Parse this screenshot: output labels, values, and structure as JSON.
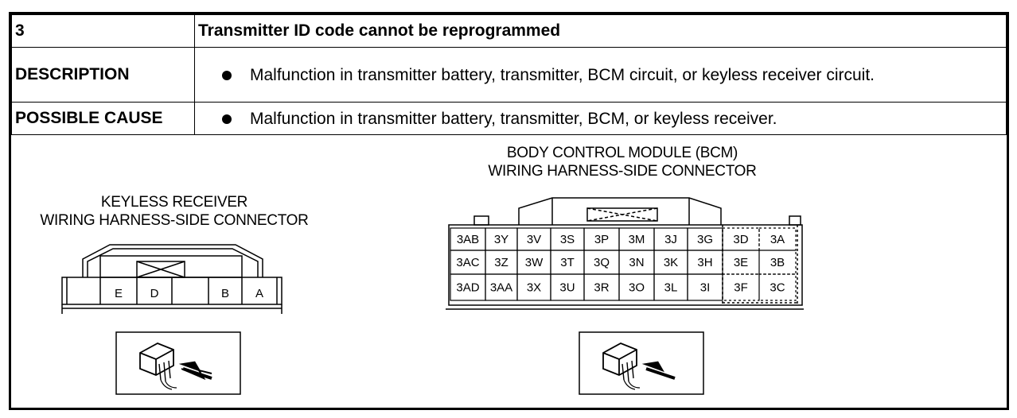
{
  "row_number": "3",
  "title": "Transmitter ID code cannot be reprogrammed",
  "description": {
    "label": "DESCRIPTION",
    "text": "Malfunction in transmitter battery, transmitter, BCM circuit, or keyless receiver circuit."
  },
  "possible_cause": {
    "label": "POSSIBLE CAUSE",
    "text": "Malfunction in transmitter battery, transmitter, BCM, or keyless receiver."
  },
  "keyless_receiver": {
    "caption_line1": "KEYLESS RECEIVER",
    "caption_line2": "WIRING HARNESS-SIDE CONNECTOR",
    "pins": [
      "E",
      "D",
      "B",
      "A"
    ]
  },
  "bcm": {
    "caption_line1": "BODY CONTROL MODULE (BCM)",
    "caption_line2": "WIRING HARNESS-SIDE CONNECTOR",
    "rows": [
      [
        "3AB",
        "3Y",
        "3V",
        "3S",
        "3P",
        "3M",
        "3J",
        "3G",
        "3D",
        "3A"
      ],
      [
        "3AC",
        "3Z",
        "3W",
        "3T",
        "3Q",
        "3N",
        "3K",
        "3H",
        "3E",
        "3B"
      ],
      [
        "3AD",
        "3AA",
        "3X",
        "3U",
        "3R",
        "3O",
        "3L",
        "3I",
        "3F",
        "3C"
      ]
    ]
  },
  "icons": {
    "left": "harness-side-connector-icon",
    "right": "harness-side-connector-icon"
  }
}
